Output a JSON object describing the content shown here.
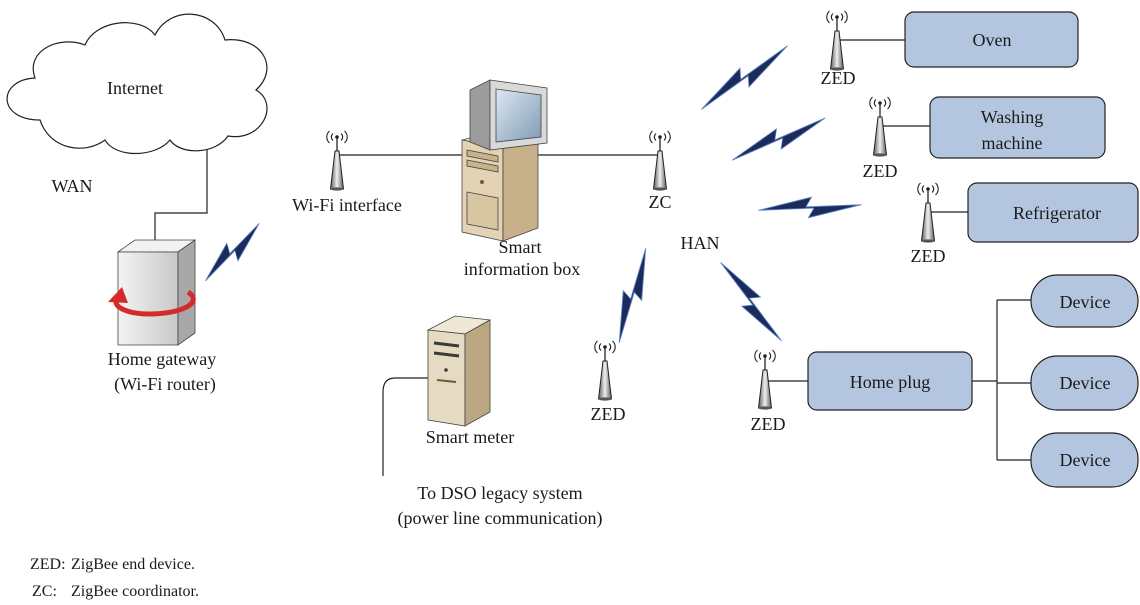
{
  "wan": {
    "cloud_label": "Internet",
    "zone_label": "WAN",
    "gateway_line1": "Home gateway",
    "gateway_line2": "(Wi-Fi router)"
  },
  "hub": {
    "wifi_label": "Wi-Fi interface",
    "box_line1": "Smart",
    "box_line2": "information box",
    "coordinator_label": "ZC",
    "zone_label": "HAN"
  },
  "meter": {
    "label": "Smart meter",
    "zed_label": "ZED",
    "legacy_line1": "To DSO legacy system",
    "legacy_line2": "(power line communication)"
  },
  "appliances": [
    {
      "zed_label": "ZED",
      "lines": [
        "Oven"
      ]
    },
    {
      "zed_label": "ZED",
      "lines": [
        "Washing",
        "machine"
      ]
    },
    {
      "zed_label": "ZED",
      "lines": [
        "Refrigerator"
      ]
    }
  ],
  "home_plug": {
    "label": "Home plug",
    "zed_label": "ZED",
    "devices": [
      "Device",
      "Device",
      "Device"
    ]
  },
  "legend": [
    {
      "term": "ZED:",
      "desc": "ZigBee end device."
    },
    {
      "term": "ZC:",
      "desc": "ZigBee coordinator."
    }
  ],
  "colors": {
    "node_fill": "#b4c6df",
    "wireless_link": "#1b2c5c",
    "gateway_arrow": "#d42a2a"
  }
}
